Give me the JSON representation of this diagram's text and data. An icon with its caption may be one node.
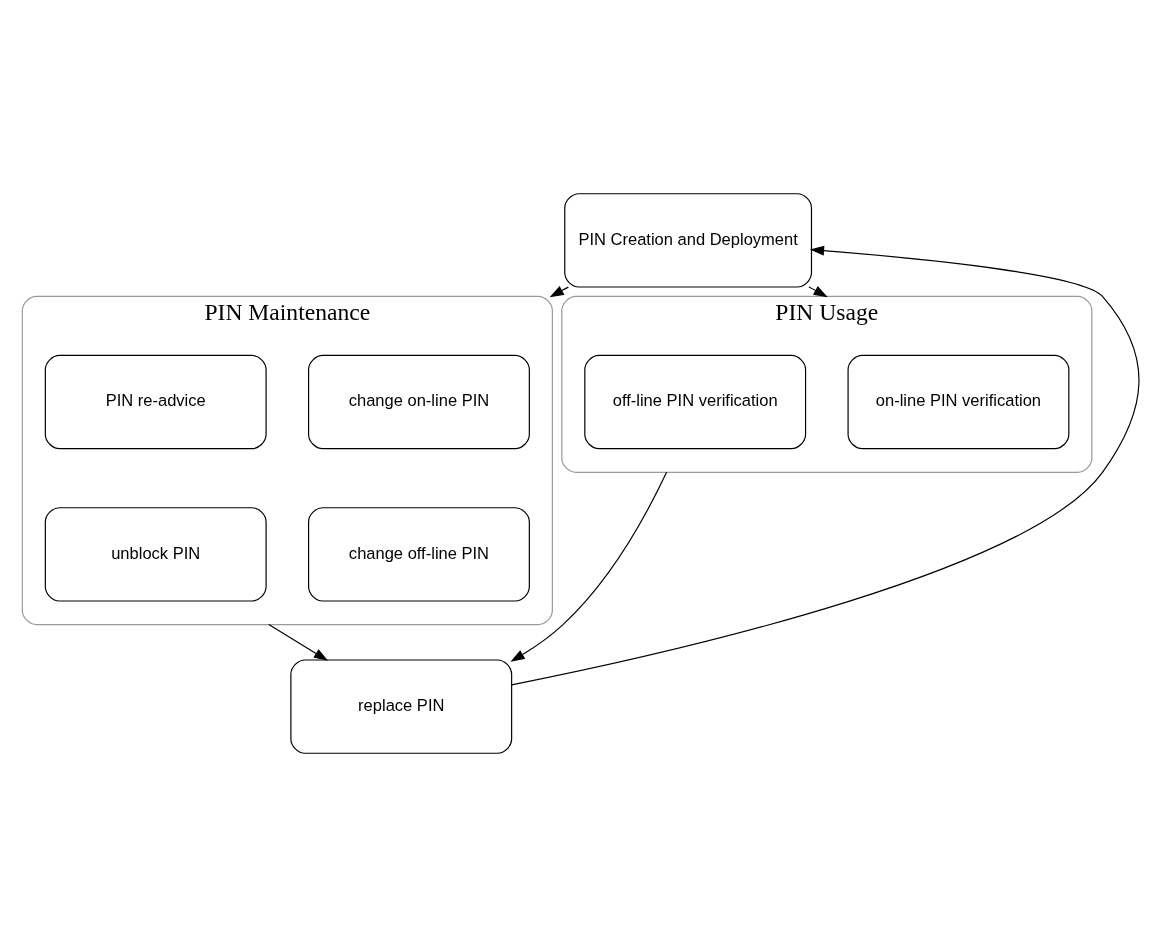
{
  "diagram": {
    "nodes": [
      {
        "text": [
          "PIN Creation and Deployment"
        ]
      },
      {
        "text": [
          "PIN Usage"
        ]
      },
      {
        "text": [
          "on-line PIN verification"
        ],
        "in": 1
      },
      {
        "text": [
          "off-line PIN verification"
        ],
        "in": 1
      },
      {
        "text": [
          "PIN Maintenance"
        ]
      },
      {
        "text": [
          "change on-line PIN"
        ],
        "in": 4
      },
      {
        "text": [
          "PIN re-advice"
        ],
        "in": 4
      },
      {
        "text": [
          "change off-line PIN"
        ],
        "in": 4
      },
      {
        "text": [
          "unblock PIN"
        ],
        "in": 4
      },
      {
        "text": [
          "replace PIN"
        ]
      }
    ],
    "edges": [
      {
        "from": 0,
        "to": 1,
        "arrow": "to"
      },
      {
        "from": 0,
        "to": 4,
        "arrow": "to"
      },
      {
        "from": 1,
        "to": 9,
        "arrow": "to"
      },
      {
        "from": 4,
        "to": 9,
        "arrow": "to"
      },
      {
        "from": 9,
        "to": 0,
        "arrow": "to"
      }
    ]
  }
}
